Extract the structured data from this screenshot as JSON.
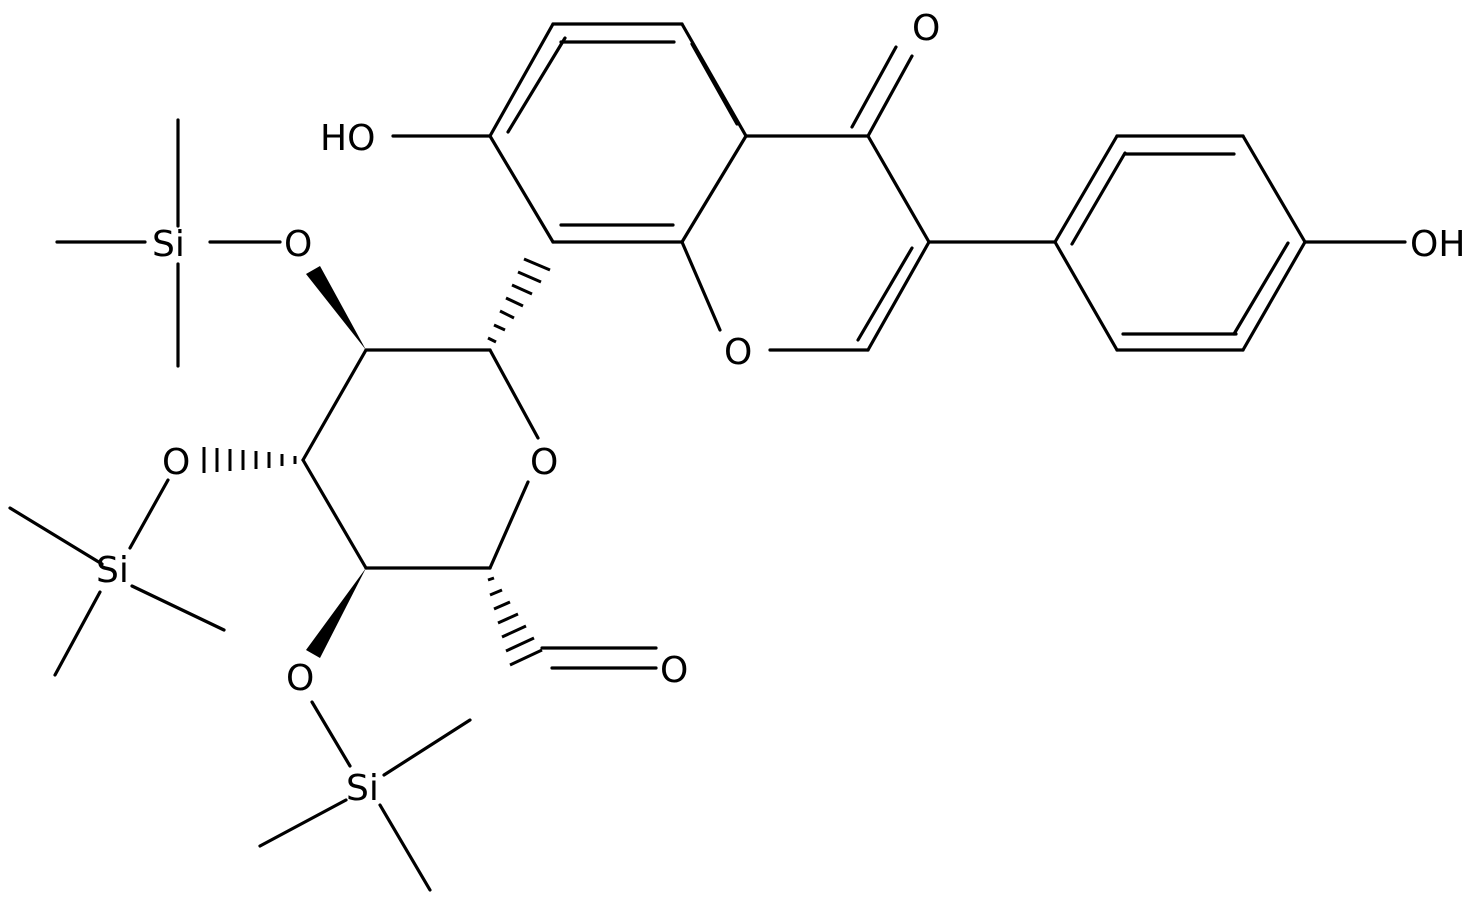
{
  "structure": {
    "type": "skeletal chemical structure",
    "colors": {
      "bond": "#000000",
      "label": "#000000",
      "background": "#ffffff"
    },
    "atom_labels": {
      "ketone_o": "O",
      "phenol_oh_left": "HO",
      "phenol_oh_right": "OH",
      "pyran_ring_o": "O",
      "sugar_ring_o": "O",
      "aldehyde_o": "O",
      "si_top": "Si",
      "o_top": "O",
      "o_mid": "O",
      "si_mid": "Si",
      "o_bot": "O",
      "si_bot": "Si"
    }
  }
}
